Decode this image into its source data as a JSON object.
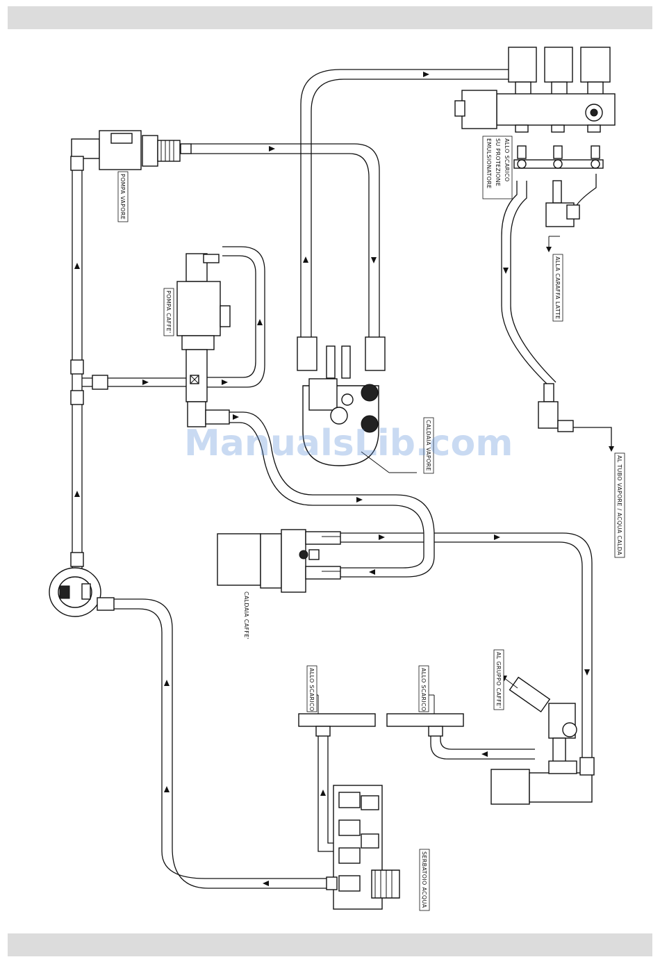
{
  "watermark": "ManualsLib.com",
  "labels": {
    "pompa_vapore": "POMPA VAPORE",
    "pompa_caffe": "POMPA CAFFE'",
    "caldaia_vapore": "CALDAIA VAPORE",
    "caldaia_caffe": "CALDAIA CAFFE'",
    "allo_scarico_protezione_1": "ALLO SCARICO",
    "allo_scarico_protezione_2": "SU PROTEZIONE",
    "allo_scarico_protezione_3": "EMULSIONATORE",
    "alla_caraffa_latte": "ALLA CARAFFA LATTE",
    "al_tubo_vapore": "AL TUBO VAPORE / ACQUA CALDA",
    "al_gruppo_caffe": "AL GRUPPO CAFFE'",
    "allo_scarico_left": "ALLO SCARICO",
    "allo_scarico_right": "ALLO SCARICO",
    "serbatoio_acqua": "SERBATOIO ACQUA"
  }
}
